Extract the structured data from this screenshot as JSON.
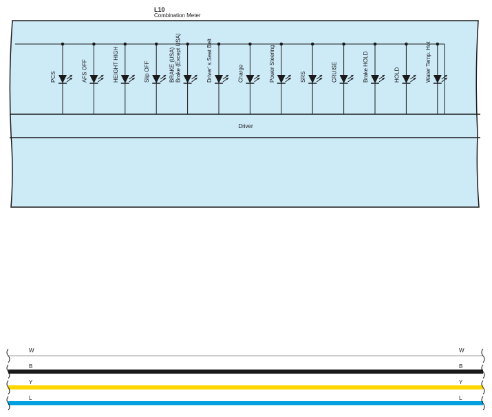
{
  "component": {
    "code": "L10",
    "name": "Combination Meter",
    "driver_label": "Driver"
  },
  "indicators": [
    {
      "id": "pcs",
      "lines": [
        "PCS"
      ]
    },
    {
      "id": "afs-off",
      "lines": [
        "AFS OFF"
      ]
    },
    {
      "id": "height-high",
      "lines": [
        "HEIGHT HIGH"
      ]
    },
    {
      "id": "slip-off",
      "lines": [
        "Slip OFF"
      ]
    },
    {
      "id": "brake",
      "lines": [
        "BRAKE (USA)",
        "Brake (Except USA)"
      ]
    },
    {
      "id": "drivers-seat-belt",
      "lines": [
        "Driver’ s Seat Belt"
      ]
    },
    {
      "id": "charge",
      "lines": [
        "Charge"
      ]
    },
    {
      "id": "power-steering",
      "lines": [
        "Power Steering"
      ]
    },
    {
      "id": "srs",
      "lines": [
        "SRS"
      ]
    },
    {
      "id": "cruise",
      "lines": [
        "CRUISE"
      ]
    },
    {
      "id": "brake-hold",
      "lines": [
        "Brake HOLD"
      ]
    },
    {
      "id": "hold",
      "lines": [
        "HOLD"
      ]
    },
    {
      "id": "water-temp-hot",
      "lines": [
        "Water Temp.  Hot"
      ]
    }
  ],
  "wires": [
    {
      "code": "W",
      "color": "#ffffff"
    },
    {
      "code": "B",
      "color": "#1a1a1a"
    },
    {
      "code": "Y",
      "color": "#ffd700"
    },
    {
      "code": "L",
      "color": "#00a0e0"
    }
  ],
  "colors": {
    "panel_fill": "#cdeaf7",
    "line": "#1a1a1a"
  }
}
